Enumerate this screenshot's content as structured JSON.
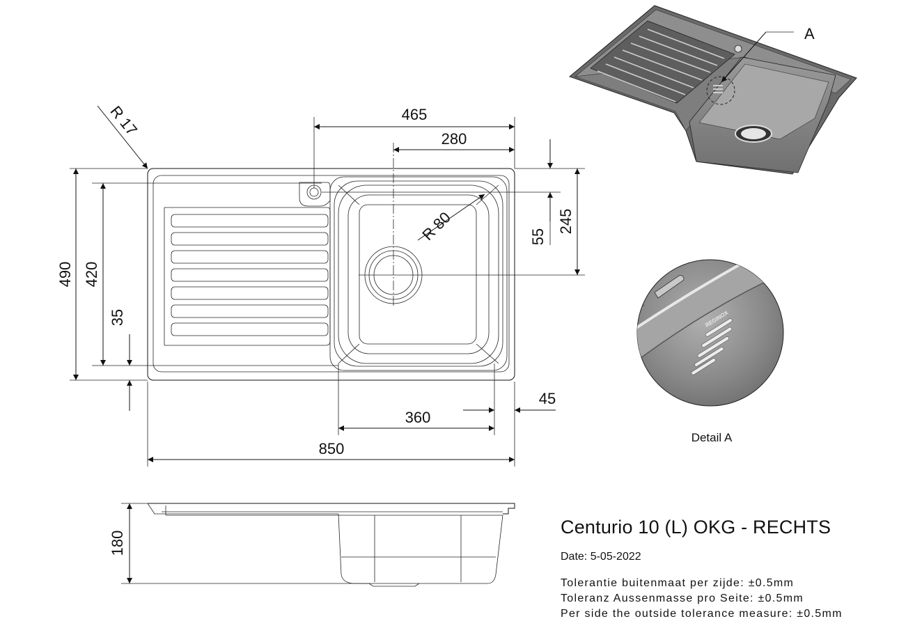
{
  "dimensions": {
    "r17": "R 17",
    "d465": "465",
    "d280": "280",
    "d490": "490",
    "d420": "420",
    "d35": "35",
    "r80": "R 80",
    "d55": "55",
    "d245": "245",
    "d45": "45",
    "d360": "360",
    "d850": "850",
    "d180": "180"
  },
  "callout_label": "A",
  "detail_label": "Detail A",
  "brand_mark": "REGINOX",
  "title_block": {
    "title": "Centurio 10 (L) OKG - RECHTS",
    "date": "Date: 5-05-2022",
    "tolerances": [
      "Tolerantie buitenmaat per zijde: ±0.5mm",
      "Toleranz Aussenmasse pro Seite: ±0.5mm",
      "Per side the outside tolerance measure: ±0.5mm"
    ]
  }
}
